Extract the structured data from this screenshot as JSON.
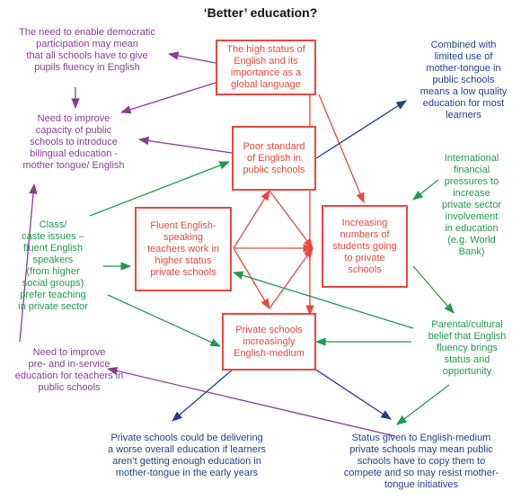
{
  "title": "‘Better’ education?",
  "colors": {
    "red": "#e8483d",
    "purple": "#8a3b96",
    "blue": "#1f3f8a",
    "green": "#1e9a4a"
  },
  "boxes": {
    "high_status": "The high status of\nEnglish and its\nimportance as a\nglobal language",
    "poor_standard": "Poor standard\nof English in\npublic schools",
    "fluent_teachers": "Fluent English-\nspeaking\nteachers work in\nhigher status\nprivate schools",
    "increasing_students": "Increasing\nnumbers of\nstudents going\nto private\nschools",
    "private_english": "Private schools\nincreasingly\nEnglish-medium"
  },
  "notes": {
    "democratic": "The need to enable democratic\nparticipation may mean\nthat all schools have to give\npupils fluency in English",
    "bilingual": "Need to improve\ncapacity of public\nschools to introduce\nbilingual education -\nmother tongue/ English",
    "class_caste": "Class/\ncaste issues –\nfluent English\nspeakers\n(from higher\nsocial groups)\nprefer teaching\nin private sector",
    "teacher_education": "Need to improve\npre- and in-service\neducation for teachers in\npublic schools",
    "low_quality": "Combined with\nlimited use of\nmother-tongue in\npublic schools\nmeans a low quality\neducation for most\nlearners",
    "financial": "International\nfinancial\npressures to\nincrease\nprivate sector\ninvolvement\nin education\n(e.g. World\nBank)",
    "parental": "Parental/cultural\nbelief that English\nfluency brings\nstatus and\nopportunity",
    "worse_education": "Private schools could be delivering\na worse overall education if learners\naren’t getting enough education in\nmother-tongue in the early years",
    "copy_resist": "Status given to English-medium\nprivate schools may mean public\nschools have to copy them to\ncompete and so may resist mother-\ntongue initiatives"
  }
}
